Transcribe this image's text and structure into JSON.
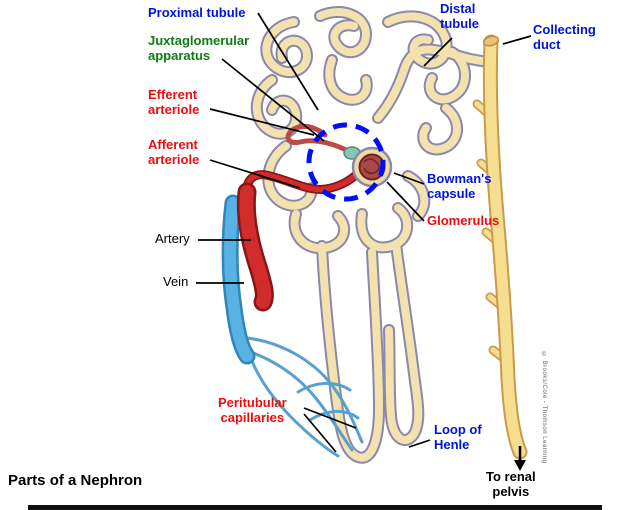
{
  "page": {
    "title": "Parts of a Nephron",
    "credit": "© Brooks/Cole - Thomson Learning"
  },
  "labels": {
    "proximal_tubule": "Proximal tubule",
    "juxtaglomerular_apparatus": "Juxtaglomerular\napparatus",
    "efferent_arteriole": "Efferent\narteriole",
    "afferent_arteriole": "Afferent\narteriole",
    "artery": "Artery",
    "vein": "Vein",
    "peritubular_capillaries": "Peritubular\ncapillaries",
    "distal_tubule": "Distal\ntubule",
    "collecting_duct": "Collecting\nduct",
    "bowmans_capsule": "Bowman's\ncapsule",
    "glomerulus": "Glomerulus",
    "loop_of_henle": "Loop of\nHenle",
    "to_renal_pelvis": "To renal\npelvis"
  },
  "colors": {
    "label_blue": "#0014d8",
    "label_green": "#0d7d12",
    "label_red": "#ea0e0e",
    "tubule_fill": "#f3e2ae",
    "tubule_outline": "#8a88ac",
    "artery_red": "#d02c2c",
    "vein_blue": "#58b2e4",
    "collecting_duct_yellow": "#f6dd90",
    "highlight_circle_blue": "#0010f0"
  }
}
